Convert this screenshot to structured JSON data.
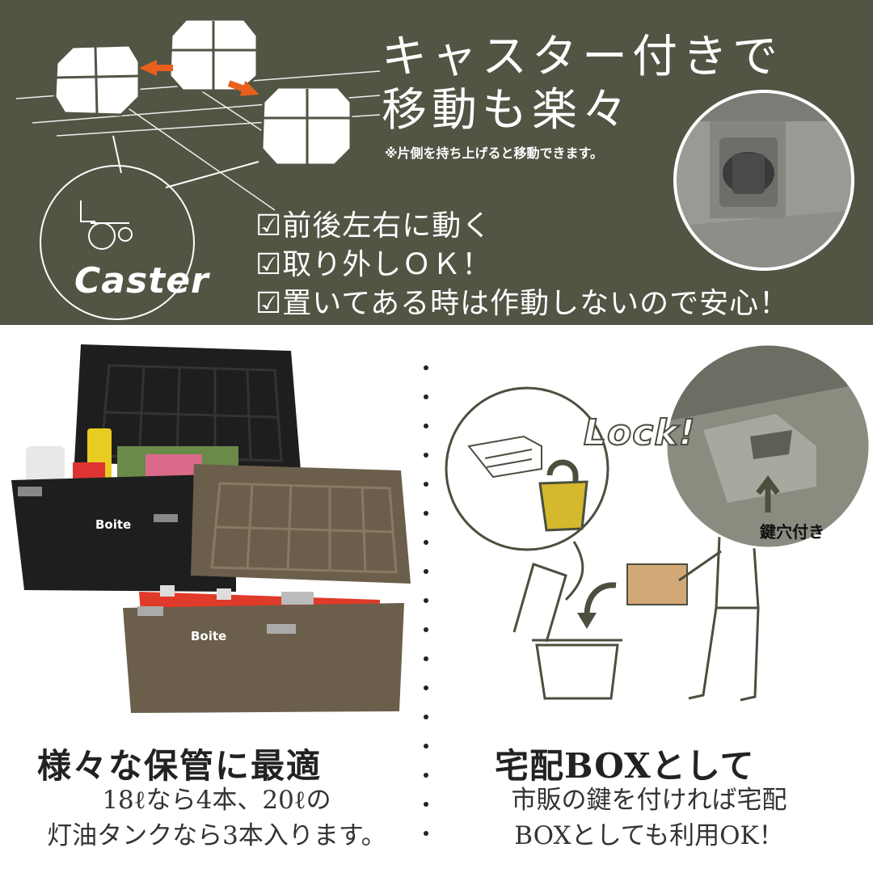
{
  "top": {
    "headline": [
      "キャスター付きで",
      "移動も楽々"
    ],
    "note": "※片側を持ち上げると移動できます。",
    "caster_label": "Caster",
    "features": [
      "☑前後左右に動く",
      "☑取り外しＯＫ！",
      "☑置いてある時は作動しないので安心！"
    ]
  },
  "bottom": {
    "left": {
      "title": "様々な保管に最適",
      "lines": [
        "18ℓなら4本、20ℓの",
        "灯油タンクなら3本入ります。"
      ],
      "box_brand": "Boite"
    },
    "right": {
      "lock_label": "Lock!",
      "key_label": "鍵穴付き",
      "title": "宅配BOXとして",
      "lines": [
        "市販の鍵を付ければ宅配",
        "BOXとしても利用OK！"
      ]
    }
  },
  "colors": {
    "olive_bg": "#505544",
    "black_box": "#1e1e1e",
    "brown_box": "#6b5f4c",
    "tank_red": "#e03a2a",
    "lock_yellow": "#d4b82e"
  }
}
